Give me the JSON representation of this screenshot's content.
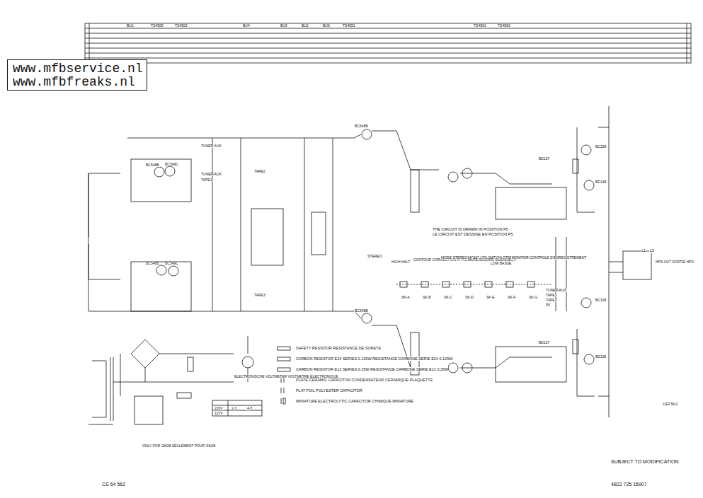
{
  "diagram": {
    "nodes": [
      {
        "text": [
          "www.mfbservice.nl",
          "www.mfbfreaks.nl"
        ]
      }
    ],
    "labels": [
      "BU1",
      "TS4509",
      "TS4503",
      "BU4",
      "BU5",
      "BU2",
      "BU6",
      "TS4551",
      "TS4501",
      "TS4503",
      "TUNER AUX",
      "TUNER/AUX",
      "TAPE1",
      "TAPE2",
      "TAPE3",
      "BC548B",
      "BC549C",
      "BC548B",
      "BC549C",
      "BC548B",
      "BC548B",
      "BC328",
      "BD138",
      "BD137",
      "BC328",
      "BD138",
      "BD137",
      "THE CIRCUIT IS DRAWN IN POSITION P5",
      "LE CIRCUIT EST DESSINE EN POSITION P5",
      "STEREO",
      "HIGH HALT",
      "CONTOUR CORRECTION PHYSIOLOGIQUE",
      "MODE STEREO/MONO UTILISATION STEREO/MONO",
      "MUTE ACCORD SILENCIEUX",
      "LOW BASSE",
      "MONITOR CONTROLE D'ENREGISTREMENT",
      "SK-A",
      "SK-B",
      "SK-C",
      "SK-D",
      "SK-E",
      "SK-F",
      "SK-G",
      "TUNER/AUX",
      "TAPE1",
      "TAPE2",
      "P5",
      "HPS OUT SORTIE HPS",
      "L1",
      "L5",
      "ELECTRONISCHE VOLTMETER VOLTMETRE ELECTRONIQUE",
      "ONLY FOR /26/28 SEULEMENT POUR /26/28",
      "220V",
      "127V",
      "2-3",
      "4-5",
      "SUBJECT TO MODIFICATION",
      "CS 64 562",
      "4822 725 15907",
      "11E0 5612"
    ],
    "legend": [
      {
        "text": "SAFETY RESISTOR RESISTANCE DE SURETE"
      },
      {
        "text": "CARBON RESISTOR E24 SERIES 0.125W RESISTANCE CARBONE SERIE E24 0.125W"
      },
      {
        "text": "CARBON RESISTOR E12 SERIES 0.25W RESISTANCE CARBONE SERIE E12 0.25W"
      },
      {
        "text": "PLATE CERAMIC CAPACITOR CONDENSATEUR CERAMIQUE PLAQUETTE"
      },
      {
        "text": "FLAT FOIL POLYESTER CAPACITOR"
      },
      {
        "text": "MINIATURE ELECTROLYTIC CAPACITOR CHIMIQUE MINIATURE"
      }
    ]
  }
}
